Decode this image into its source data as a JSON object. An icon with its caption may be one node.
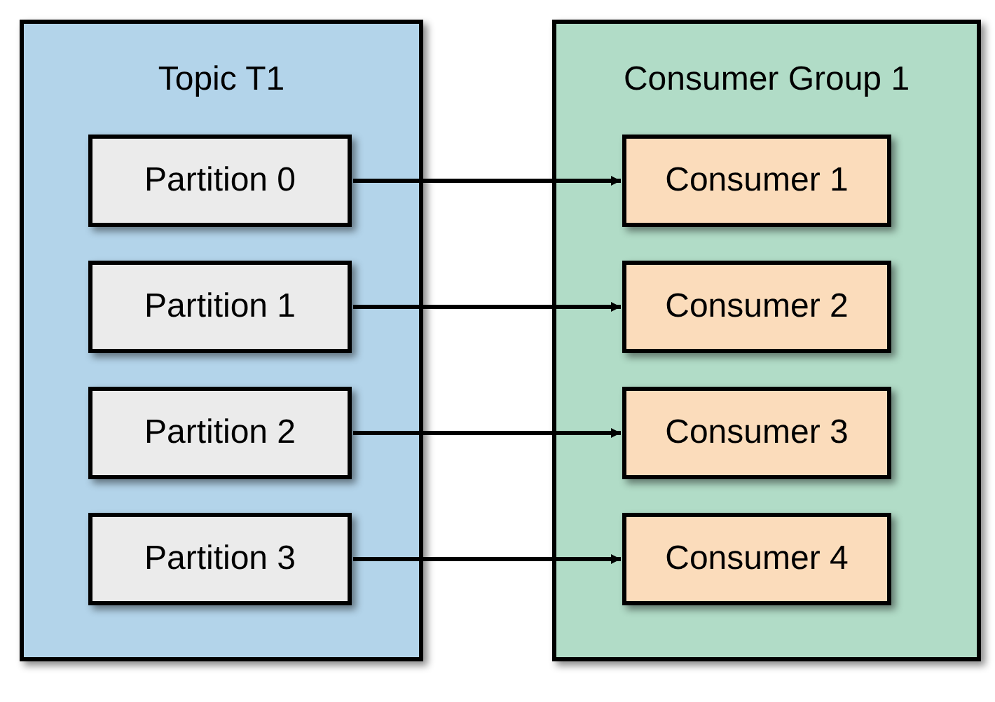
{
  "diagram": {
    "nodes": [
      {
        "text": [
          "Topic T1"
        ]
      },
      {
        "text": [
          "Partition 0"
        ],
        "in": 0
      },
      {
        "text": [
          "Partition 1"
        ],
        "in": 0
      },
      {
        "text": [
          "Partition 2"
        ],
        "in": 0
      },
      {
        "text": [
          "Partition 3"
        ],
        "in": 0
      },
      {
        "text": [
          "Consumer Group 1"
        ]
      },
      {
        "text": [
          "Consumer 1"
        ],
        "in": 5
      },
      {
        "text": [
          "Consumer 2"
        ],
        "in": 5
      },
      {
        "text": [
          "Consumer 3"
        ],
        "in": 5
      },
      {
        "text": [
          "Consumer 4"
        ],
        "in": 5
      }
    ],
    "edges": [
      {
        "from": 1,
        "to": 6,
        "arrow": "to"
      },
      {
        "from": 2,
        "to": 7,
        "arrow": "to"
      },
      {
        "from": 3,
        "to": 8,
        "arrow": "to"
      },
      {
        "from": 4,
        "to": 9,
        "arrow": "to"
      }
    ]
  }
}
